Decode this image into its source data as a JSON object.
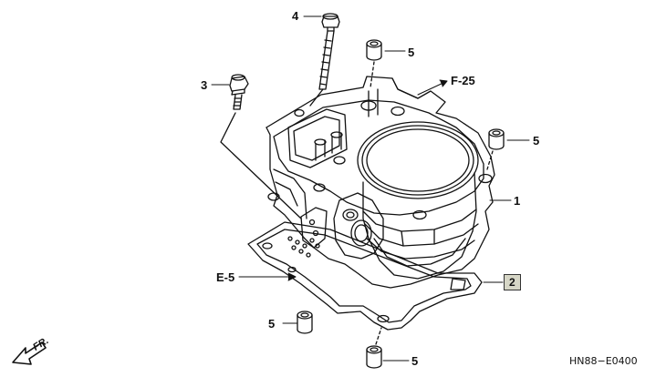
{
  "callouts": {
    "bolt_top": "4",
    "bolt_left": "3",
    "dowel_top": "5",
    "dowel_right": "5",
    "dowel_bottom_left": "5",
    "dowel_bottom": "5",
    "cylinder": "1",
    "gasket": "2",
    "ref_f25": "F-25",
    "ref_e5": "E-5"
  },
  "front_marker": "FR.",
  "diagram_code": "HN88−E0400",
  "colors": {
    "line": "#111111",
    "gasket_box": "#d6d6c6"
  }
}
